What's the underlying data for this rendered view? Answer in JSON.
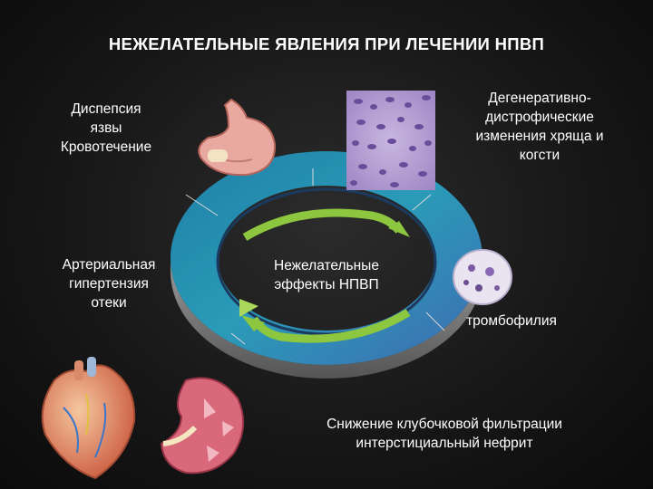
{
  "title": "НЕЖЕЛАТЕЛЬНЫЕ ЯВЛЕНИЯ ПРИ ЛЕЧЕНИИ НПВП",
  "center": {
    "line1": "Нежелательные",
    "line2": "эффекты НПВП"
  },
  "labels": {
    "gi": [
      "Диспепсия",
      "язвы",
      "Кровотечение"
    ],
    "cartilage": [
      "Дегенеративно-",
      "дистрофические",
      "изменения хряща и",
      "когсти"
    ],
    "cardio": [
      "Артериальная",
      "гипертензия",
      "отеки"
    ],
    "thrombo": "тромбофилия",
    "kidney": [
      "Снижение клубочковой фильтрации",
      "интерстициальный нефрит"
    ]
  },
  "colors": {
    "background": "#161616",
    "ring_outer": "#3f6bb2",
    "ring_inner": "#2a9bb8",
    "ring_side": "#7a7a7a",
    "arrow": "#8dc63f",
    "text": "#ffffff"
  }
}
